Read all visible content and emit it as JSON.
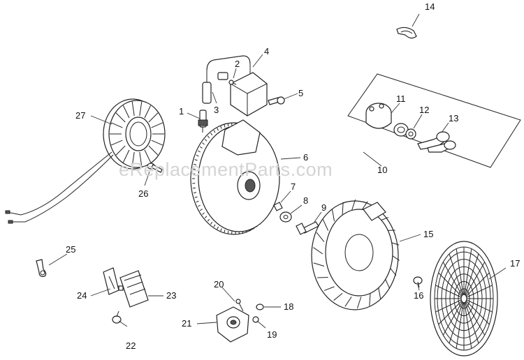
{
  "watermark": "eReplacementParts.com",
  "callouts": {
    "c1": "1",
    "c2": "2",
    "c3": "3",
    "c4": "4",
    "c5": "5",
    "c6": "6",
    "c7": "7",
    "c8": "8",
    "c9": "9",
    "c10": "10",
    "c11": "11",
    "c12": "12",
    "c13": "13",
    "c14": "14",
    "c15": "15",
    "c16": "16",
    "c17": "17",
    "c18": "18",
    "c19": "19",
    "c20": "20",
    "c21": "21",
    "c22": "22",
    "c23": "23",
    "c24": "24",
    "c25": "25",
    "c26": "26",
    "c27": "27"
  },
  "colors": {
    "line": "#222222",
    "watermark": "#d4d4d4",
    "background": "#ffffff"
  }
}
